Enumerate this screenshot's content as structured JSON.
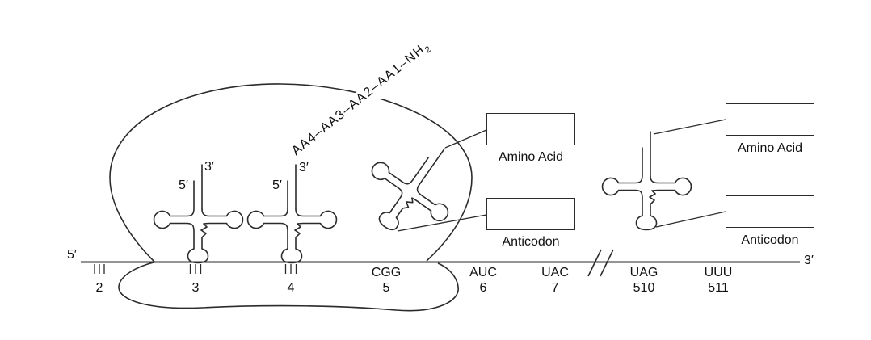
{
  "figure": {
    "title_hint": "Translation diagram: ribosome moving along mRNA",
    "mrna": {
      "five_prime": "5′",
      "three_prime": "3′",
      "positions": [
        {
          "codon": "",
          "number": "2"
        },
        {
          "codon": "",
          "number": "3"
        },
        {
          "codon": "",
          "number": "4"
        },
        {
          "codon": "CGG",
          "number": "5"
        },
        {
          "codon": "AUC",
          "number": "6"
        },
        {
          "codon": "UAC",
          "number": "7"
        },
        {
          "codon": "UAG",
          "number": "510"
        },
        {
          "codon": "UUU",
          "number": "511"
        }
      ]
    },
    "polypeptide_chain": {
      "text": "AA4–AA3–AA2–AA1–NH",
      "subscript": "2"
    },
    "trna_site_labels": {
      "five_prime": "5′",
      "three_prime": "3′"
    },
    "callouts": {
      "left": {
        "amino_acid": "Amino Acid",
        "anticodon": "Anticodon"
      },
      "right": {
        "amino_acid": "Amino Acid",
        "anticodon": "Anticodon"
      }
    },
    "colors": {
      "line": "#2b2b2b",
      "text": "#111111",
      "background": "#ffffff"
    }
  }
}
